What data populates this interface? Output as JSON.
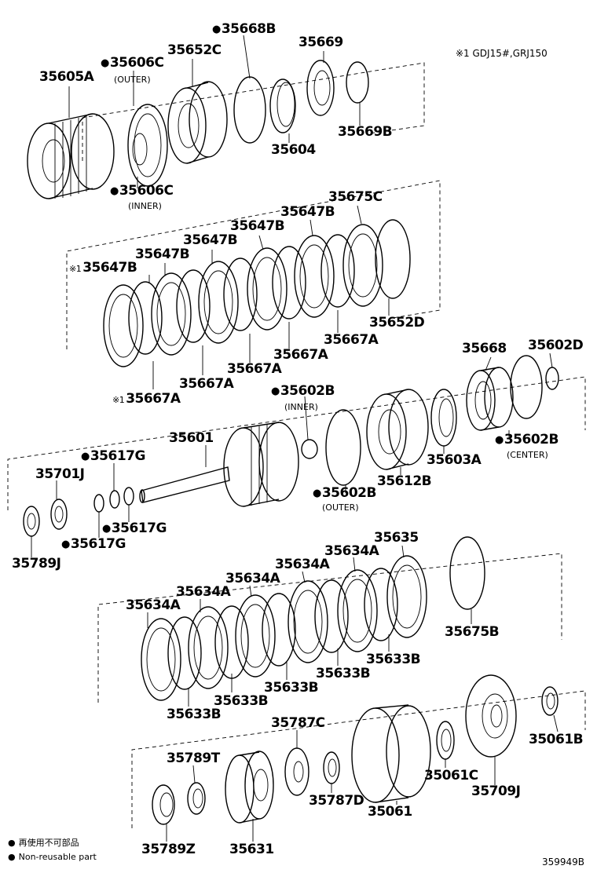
{
  "remark": "※1 GDJ15#,GRJ150",
  "legend": {
    "line1": "再使用不可部品",
    "line2": "Non-reusable part"
  },
  "illustration_code": "359949B",
  "parts": {
    "p35605A": "35605A",
    "p35606C_outer": "35606C",
    "p35606C_outer_note": "(OUTER)",
    "p35606C_inner": "35606C",
    "p35606C_inner_note": "(INNER)",
    "p35652C": "35652C",
    "p35668B": "35668B",
    "p35669": "35669",
    "p35604": "35604",
    "p35669B": "35669B",
    "p35647B_1": "35647B",
    "p35647B_2": "35647B",
    "p35647B_3": "35647B",
    "p35647B_4": "35647B",
    "p35647B_5": "35647B",
    "p35675C": "35675C",
    "p35652D": "35652D",
    "p35667A_1": "35667A",
    "p35667A_2": "35667A",
    "p35667A_3": "35667A",
    "p35667A_4": "35667A",
    "p35667A_5": "35667A",
    "p35668": "35668",
    "p35602D": "35602D",
    "p35602B_inner": "35602B",
    "p35602B_inner_note": "(INNER)",
    "p35602B_center": "35602B",
    "p35602B_center_note": "(CENTER)",
    "p35602B_outer": "35602B",
    "p35602B_outer_note": "(OUTER)",
    "p35601": "35601",
    "p35612B": "35612B",
    "p35603A": "35603A",
    "p35617G_1": "35617G",
    "p35617G_2": "35617G",
    "p35617G_3": "35617G",
    "p35701J": "35701J",
    "p35789J": "35789J",
    "p35634A_1": "35634A",
    "p35634A_2": "35634A",
    "p35634A_3": "35634A",
    "p35634A_4": "35634A",
    "p35634A_5": "35634A",
    "p35635": "35635",
    "p35675B": "35675B",
    "p35633B_1": "35633B",
    "p35633B_2": "35633B",
    "p35633B_3": "35633B",
    "p35633B_4": "35633B",
    "p35633B_5": "35633B",
    "p35787C": "35787C",
    "p35789T": "35789T",
    "p35787D": "35787D",
    "p35061": "35061",
    "p35061C": "35061C",
    "p35709J": "35709J",
    "p35061B": "35061B",
    "p35789Z": "35789Z",
    "p35631": "35631"
  }
}
